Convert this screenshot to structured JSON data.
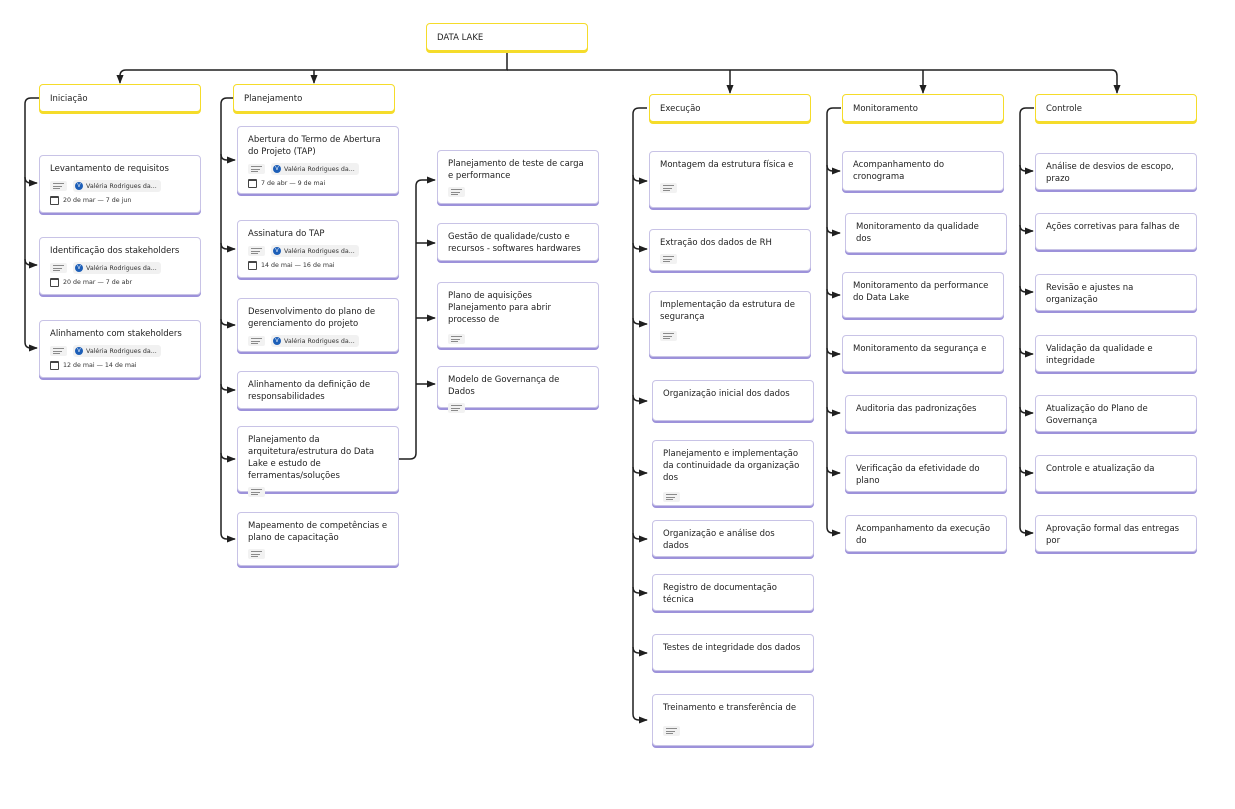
{
  "root": {
    "label": "DATA LAKE"
  },
  "branches": [
    {
      "label": "Iniciação",
      "items": [
        {
          "title": "Levantamento de requisitos",
          "assignee": "Valéria Rodrigues da...",
          "avatar": "V",
          "dates": "20 de mar — 7 de jun"
        },
        {
          "title": "Identificação dos stakeholders",
          "assignee": "Valéria Rodrigues da...",
          "avatar": "V",
          "dates": "20 de mar — 7 de abr"
        },
        {
          "title": "Alinhamento com stakeholders",
          "assignee": "Valéria Rodrigues da...",
          "avatar": "V",
          "dates": "12 de mai — 14 de mai"
        }
      ]
    },
    {
      "label": "Planejamento",
      "items": [
        {
          "title": "Abertura do Termo de Abertura do Projeto (TAP)",
          "assignee": "Valéria Rodrigues da...",
          "avatar": "V",
          "dates": "7 de abr — 9 de mai"
        },
        {
          "title": "Assinatura do TAP",
          "assignee": "Valéria Rodrigues da...",
          "avatar": "V",
          "dates": "14 de mai — 16 de mai"
        },
        {
          "title": "Desenvolvimento do plano de gerenciamento do projeto",
          "assignee": "Valéria Rodrigues da...",
          "avatar": "V"
        },
        {
          "title": "Alinhamento da definição de responsabilidades"
        },
        {
          "title": "Planejamento da arquitetura/estrutura do Data Lake e estudo de ferramentas/soluções",
          "note": true
        },
        {
          "title": "Mapeamento de competências e plano de capacitação",
          "note": true
        }
      ]
    },
    {
      "label": "Execução",
      "items": [
        {
          "title": "Montagem da estrutura física e",
          "note": true
        },
        {
          "title": "Extração dos dados de RH",
          "note": true
        },
        {
          "title": "Implementação da estrutura de segurança",
          "note": true
        },
        {
          "title": "Organização inicial dos dados"
        },
        {
          "title": "Planejamento e implementação da continuidade da organização dos",
          "note": true
        },
        {
          "title": "Organização e análise dos dados"
        },
        {
          "title": "Registro de documentação técnica"
        },
        {
          "title": "Testes de integridade dos dados"
        },
        {
          "title": "Treinamento e transferência de",
          "note": true
        }
      ]
    },
    {
      "label": "Monitoramento",
      "items": [
        {
          "title": "Acompanhamento do cronograma"
        },
        {
          "title": "Monitoramento da qualidade dos"
        },
        {
          "title": "Monitoramento da performance do Data Lake"
        },
        {
          "title": "Monitoramento da segurança e"
        },
        {
          "title": "Auditoria das padronizações"
        },
        {
          "title": "Verificação da efetividade do plano"
        },
        {
          "title": "Acompanhamento da execução do"
        }
      ]
    },
    {
      "label": "Controle",
      "items": [
        {
          "title": "Análise de desvios de escopo, prazo"
        },
        {
          "title": "Ações corretivas para falhas de"
        },
        {
          "title": "Revisão e ajustes na organização"
        },
        {
          "title": "Validação da qualidade e integridade"
        },
        {
          "title": "Atualização do Plano de Governança"
        },
        {
          "title": "Controle e atualização da"
        },
        {
          "title": "Aprovação formal das entregas por"
        }
      ]
    }
  ],
  "sub_items": [
    {
      "title": "Planejamento de teste de carga e performance",
      "note": true
    },
    {
      "title": "Gestão de qualidade/custo e recursos - softwares hardwares"
    },
    {
      "title": "Plano de aquisições Planejamento para abrir processo de",
      "note": true
    },
    {
      "title": "Modelo de Governança de Dados",
      "note": true
    }
  ]
}
